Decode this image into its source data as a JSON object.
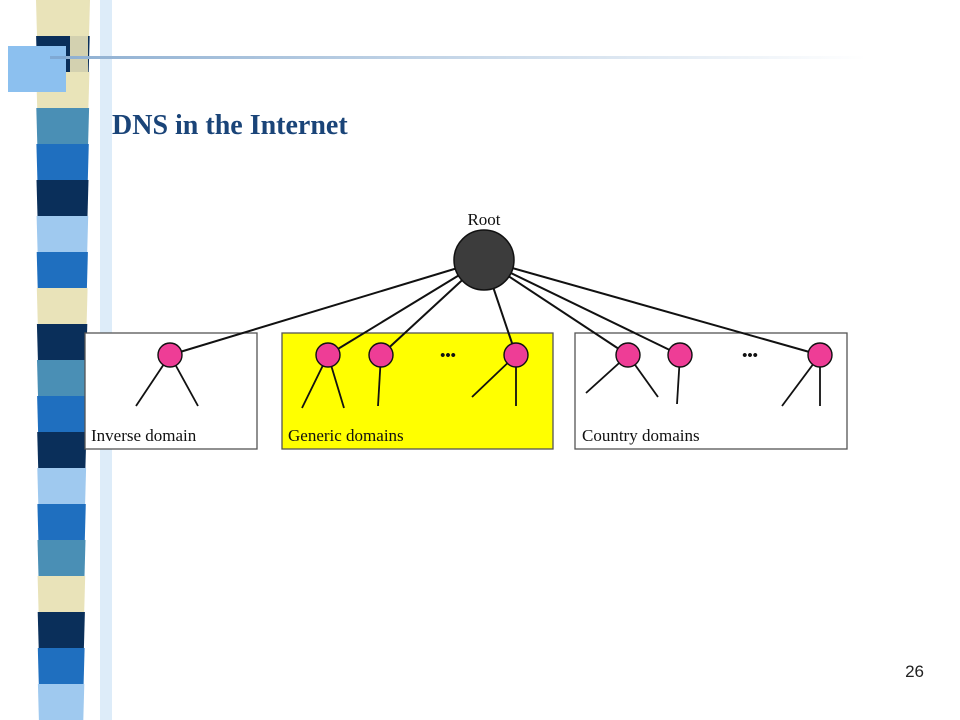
{
  "slide": {
    "title": "DNS in the Internet",
    "page_number": "26"
  },
  "diagram": {
    "root_label": "Root",
    "ellipsis": "•••",
    "groups": [
      {
        "label": "Inverse domain",
        "highlight": false
      },
      {
        "label": "Generic domains",
        "highlight": true
      },
      {
        "label": "Country domains",
        "highlight": false
      }
    ]
  },
  "colors": {
    "title": "#1a4478",
    "root_node": "#3c3c3c",
    "domain_node": "#ee3d96",
    "highlight_fill": "#ffff00",
    "deco_dark": "#0a2f5a",
    "deco_mid": "#1f6fbf",
    "deco_light": "#9fc9ef",
    "deco_cream": "#e9e3b9",
    "deco_teal": "#4a8fb5"
  }
}
